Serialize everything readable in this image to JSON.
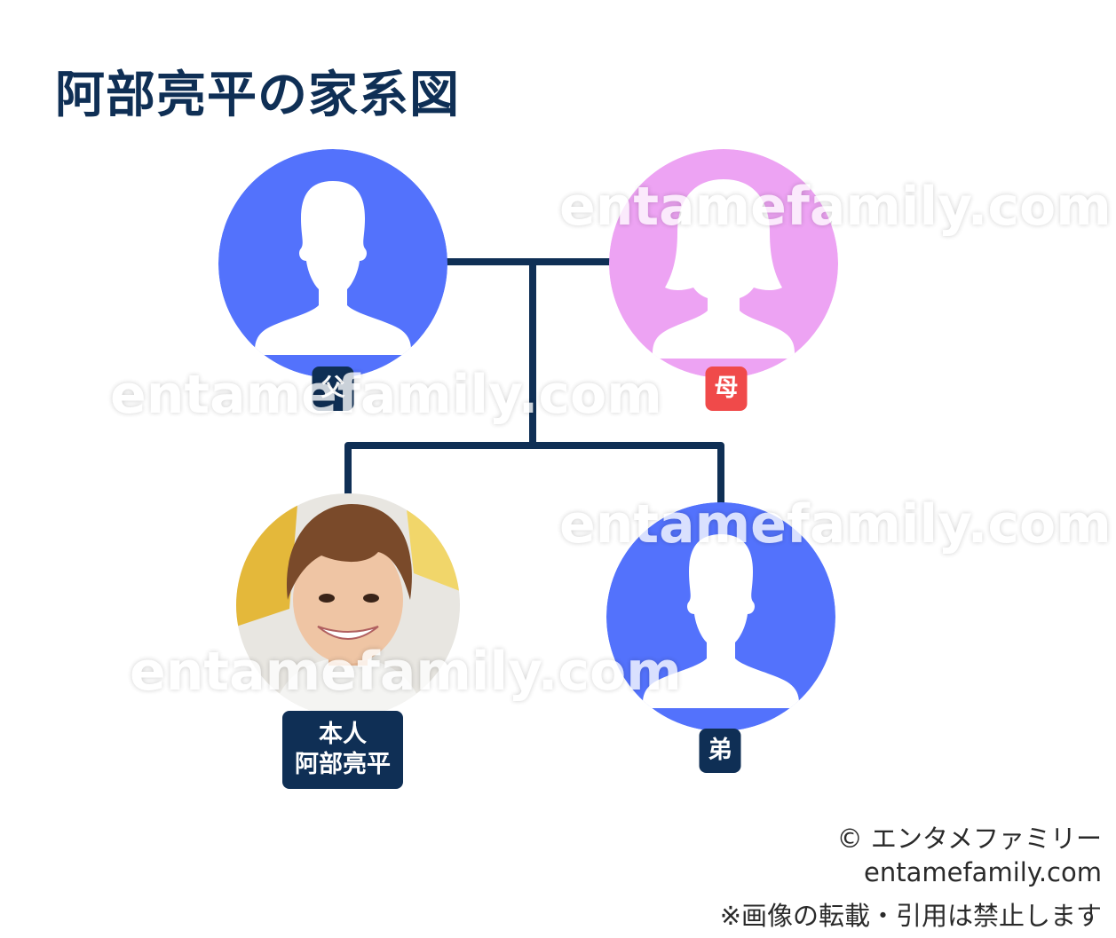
{
  "title": "阿部亮平の家系図",
  "colors": {
    "navy": "#0f2f55",
    "male": "#5372fc",
    "female": "#eda3f3",
    "mother_badge": "#f04a4a"
  },
  "members": {
    "father": {
      "label": "父",
      "icon": "male-silhouette-icon"
    },
    "mother": {
      "label": "母",
      "icon": "female-silhouette-icon"
    },
    "self": {
      "label_line1": "本人",
      "label_line2": "阿部亮平",
      "icon": "portrait-photo"
    },
    "brother": {
      "label": "弟",
      "icon": "male-silhouette-icon"
    }
  },
  "watermark": "entamefamily.com",
  "footer": {
    "copyright": "© エンタメファミリー",
    "site": "entamefamily.com",
    "notice": "※画像の転載・引用は禁止します"
  }
}
